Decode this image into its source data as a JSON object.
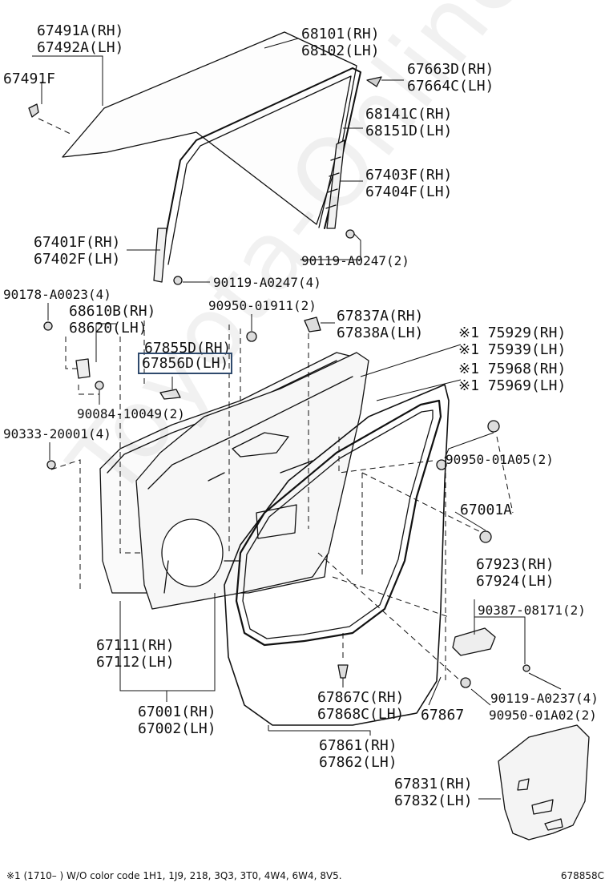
{
  "watermark": "Toyota-Online.ru",
  "callouts": [
    {
      "lines": [
        "67491A(RH)",
        "67492A(LH)"
      ]
    },
    {
      "lines": [
        "67491F"
      ]
    },
    {
      "lines": [
        "68101(RH)",
        "68102(LH)"
      ]
    },
    {
      "lines": [
        "67663D(RH)",
        "67664C(LH)"
      ]
    },
    {
      "lines": [
        "68141C(RH)",
        "68151D(LH)"
      ]
    },
    {
      "lines": [
        "67403F(RH)",
        "67404F(LH)"
      ]
    },
    {
      "lines": [
        "67401F(RH)",
        "67402F(LH)"
      ]
    },
    {
      "lines": [
        "90119-A0247(2)"
      ]
    },
    {
      "lines": [
        "90119-A0247(4)"
      ]
    },
    {
      "lines": [
        "90178-A0023(4)"
      ]
    },
    {
      "lines": [
        "68610B(RH)",
        "68620(LH)"
      ]
    },
    {
      "lines": [
        "90950-01911(2)"
      ]
    },
    {
      "lines": [
        "67837A(RH)",
        "67838A(LH)"
      ]
    },
    {
      "lines": [
        "67855D(RH)",
        "67856D(LH)"
      ]
    },
    {
      "lines": [
        "※1 75929(RH)",
        "※1 75939(LH)"
      ]
    },
    {
      "lines": [
        "※1 75968(RH)",
        "※1 75969(LH)"
      ]
    },
    {
      "lines": [
        "90084-10049(2)"
      ]
    },
    {
      "lines": [
        "90333-20001(4)"
      ]
    },
    {
      "lines": [
        "90950-01A05(2)"
      ]
    },
    {
      "lines": [
        "67001A"
      ]
    },
    {
      "lines": [
        "67923(RH)",
        "67924(LH)"
      ]
    },
    {
      "lines": [
        "90387-08171(2)"
      ]
    },
    {
      "lines": [
        "67111(RH)",
        "67112(LH)"
      ]
    },
    {
      "lines": [
        "67867C(RH)",
        "67868C(LH)"
      ]
    },
    {
      "lines": [
        "67867"
      ]
    },
    {
      "lines": [
        "90119-A0237(4)"
      ]
    },
    {
      "lines": [
        "90950-01A02(2)"
      ]
    },
    {
      "lines": [
        "67001(RH)",
        "67002(LH)"
      ]
    },
    {
      "lines": [
        "67861(RH)",
        "67862(LH)"
      ]
    },
    {
      "lines": [
        "67831(RH)",
        "67832(LH)"
      ]
    }
  ],
  "footnote": "※1 (1710–      ) W/O color code 1H1, 1J9, 218, 3Q3, 3T0, 4W4, 6W4, 8V5.",
  "diagram_code": "678858C",
  "colors": {
    "line": "#111111",
    "highlight_box": "#2f4a6d",
    "fill_light": "#f1f1f1"
  }
}
